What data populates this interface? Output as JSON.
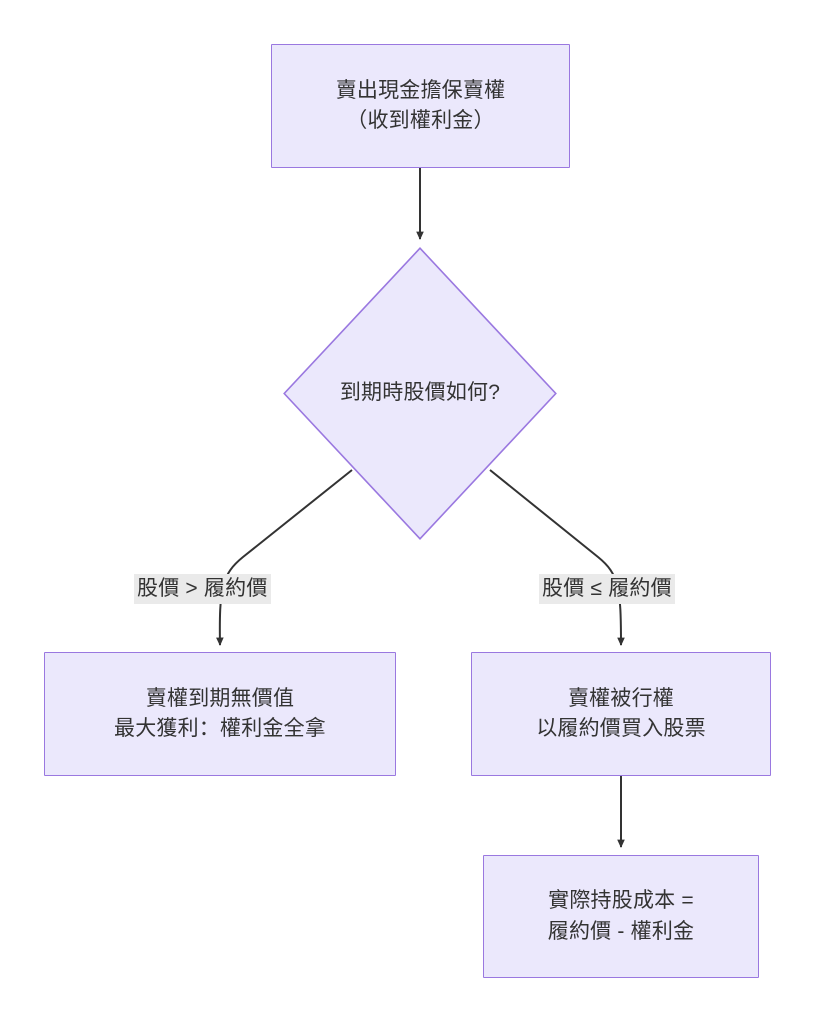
{
  "diagram": {
    "type": "flowchart",
    "direction": "top-down",
    "background_color": "#ffffff",
    "node_fill_color": "#ebe8fc",
    "node_border_color": "#9a78e0",
    "text_color": "#333333",
    "edge_color": "#333333",
    "edge_label_background": "#eaeaea",
    "nodes": [
      {
        "id": "start",
        "shape": "rectangle",
        "label": "賣出現金擔保賣權\n（收到權利金）"
      },
      {
        "id": "decision",
        "shape": "diamond",
        "label": "到期時股價如何?"
      },
      {
        "id": "expire-worthless",
        "shape": "rectangle",
        "label": "賣權到期無價值\n最大獲利：權利金全拿"
      },
      {
        "id": "assigned",
        "shape": "rectangle",
        "label": "賣權被行權\n以履約價買入股票"
      },
      {
        "id": "cost-basis",
        "shape": "rectangle",
        "label": "實際持股成本 =\n履約價 - 權利金"
      }
    ],
    "edges": [
      {
        "id": "start-to-decision",
        "from": "start",
        "to": "decision",
        "label": ""
      },
      {
        "id": "decision-to-expire",
        "from": "decision",
        "to": "expire-worthless",
        "label": "股價 > 履約價"
      },
      {
        "id": "decision-to-assigned",
        "from": "decision",
        "to": "assigned",
        "label": "股價 ≤ 履約價"
      },
      {
        "id": "assigned-to-cost",
        "from": "assigned",
        "to": "cost-basis",
        "label": ""
      }
    ]
  }
}
